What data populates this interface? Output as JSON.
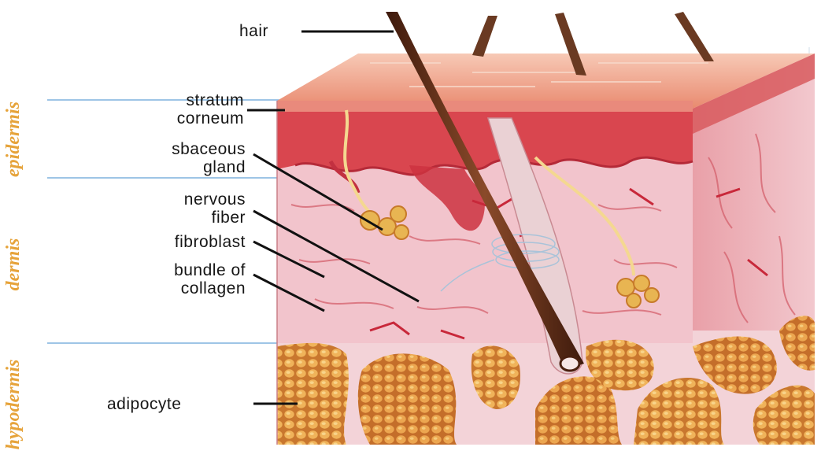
{
  "layers": {
    "epidermis": "epidermis",
    "dermis": "dermis",
    "hypodermis": "hypodermis"
  },
  "labels": {
    "hair": "hair",
    "stratum_corneum": [
      "stratum",
      "corneum"
    ],
    "sebaceous_gland": [
      "sbaceous",
      "gland"
    ],
    "nervous_fiber": [
      "nervous",
      "fiber"
    ],
    "fibroblast": "fibroblast",
    "bundle_of_collagen": [
      "bundle of",
      "collagen"
    ],
    "adipocyte": "adipocyte"
  },
  "colors": {
    "layer_text": "#e6a33a",
    "divider": "#7fb2dd",
    "leader": "#111111",
    "skin_surface": "#e98a7c",
    "epidermis": "#d9464f",
    "dermis": "#f2c4cc",
    "fat": "#e9a64a",
    "hair": "#5a2a1a"
  }
}
